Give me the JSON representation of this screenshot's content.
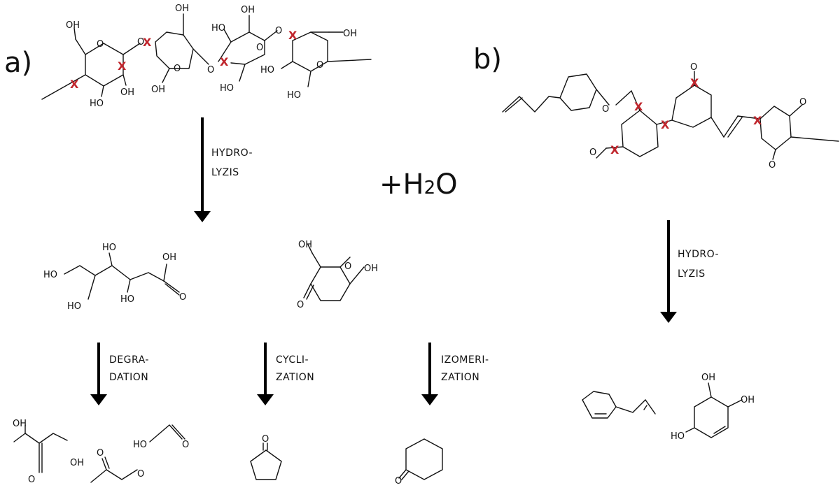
{
  "panels": {
    "a": "a)",
    "b": "b)"
  },
  "reagent": {
    "prefix": "+H",
    "sub": "2",
    "suffix": "O"
  },
  "steps": {
    "a_hydro": [
      "HYDRO-",
      "LYZIS"
    ],
    "b_hydro": [
      "HYDRO-",
      "LYZIS"
    ],
    "degradation": [
      "DEGRA-",
      "DATION"
    ],
    "cyclization": [
      "CYCLI-",
      "ZATION"
    ],
    "izomerization": [
      "IZOMERI-",
      "ZATION"
    ]
  },
  "atoms": {
    "oh": "OH",
    "ho": "HO",
    "o": "O"
  },
  "marks": {
    "cleavage": "X"
  },
  "colors": {
    "cleavage": "#c0262d",
    "ink": "#111111"
  }
}
